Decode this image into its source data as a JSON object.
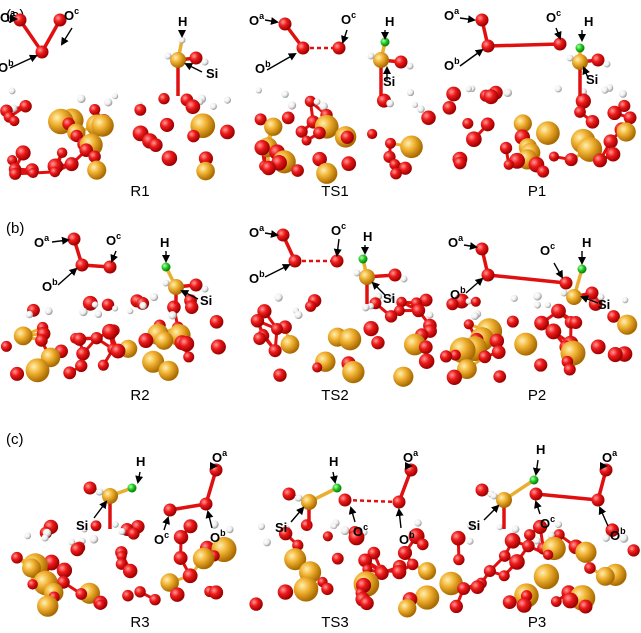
{
  "figure": {
    "rows": [
      {
        "letter": "(a)",
        "frames": [
          {
            "caption": "R1",
            "labels": {
              "oa": "O",
              "oa_sup": "a",
              "ob": "O",
              "ob_sup": "b",
              "oc": "O",
              "oc_sup": "c",
              "h": "H",
              "si": "Si"
            }
          },
          {
            "caption": "TS1",
            "labels": {
              "oa": "O",
              "oa_sup": "a",
              "ob": "O",
              "ob_sup": "b",
              "oc": "O",
              "oc_sup": "c",
              "h": "H",
              "si": "Si"
            }
          },
          {
            "caption": "P1",
            "labels": {
              "oa": "O",
              "oa_sup": "a",
              "ob": "O",
              "ob_sup": "b",
              "oc": "O",
              "oc_sup": "c",
              "h": "H",
              "si": "Si"
            }
          }
        ]
      },
      {
        "letter": "(b)",
        "frames": [
          {
            "caption": "R2",
            "labels": {
              "oa": "O",
              "oa_sup": "a",
              "ob": "O",
              "ob_sup": "b",
              "oc": "O",
              "oc_sup": "c",
              "h": "H",
              "si": "Si"
            }
          },
          {
            "caption": "TS2",
            "labels": {
              "oa": "O",
              "oa_sup": "a",
              "ob": "O",
              "ob_sup": "b",
              "oc": "O",
              "oc_sup": "c",
              "h": "H",
              "si": "Si"
            }
          },
          {
            "caption": "P2",
            "labels": {
              "oa": "O",
              "oa_sup": "a",
              "ob": "O",
              "ob_sup": "b",
              "oc": "O",
              "oc_sup": "c",
              "h": "H",
              "si": "Si"
            }
          }
        ]
      },
      {
        "letter": "(c)",
        "frames": [
          {
            "caption": "R3",
            "labels": {
              "oa": "O",
              "oa_sup": "a",
              "ob": "O",
              "ob_sup": "b",
              "oc": "O",
              "oc_sup": "c",
              "h": "H",
              "si": "Si"
            }
          },
          {
            "caption": "TS3",
            "labels": {
              "oa": "O",
              "oa_sup": "a",
              "ob": "O",
              "ob_sup": "b",
              "oc": "O",
              "oc_sup": "c",
              "h": "H",
              "si": "Si"
            }
          },
          {
            "caption": "P3",
            "labels": {
              "oa": "O",
              "oa_sup": "a",
              "ob": "O",
              "ob_sup": "b",
              "oc": "O",
              "oc_sup": "c",
              "h": "H",
              "si": "Si"
            }
          }
        ]
      }
    ]
  },
  "colors": {
    "oxygen": "#e01010",
    "silicon": "#eaa82a",
    "hydrogen": "#f2f2f2",
    "reacting_h": "#22cc22",
    "bond_o": "#e01010",
    "bond_si": "#e8b030",
    "arrow": "#000000"
  }
}
